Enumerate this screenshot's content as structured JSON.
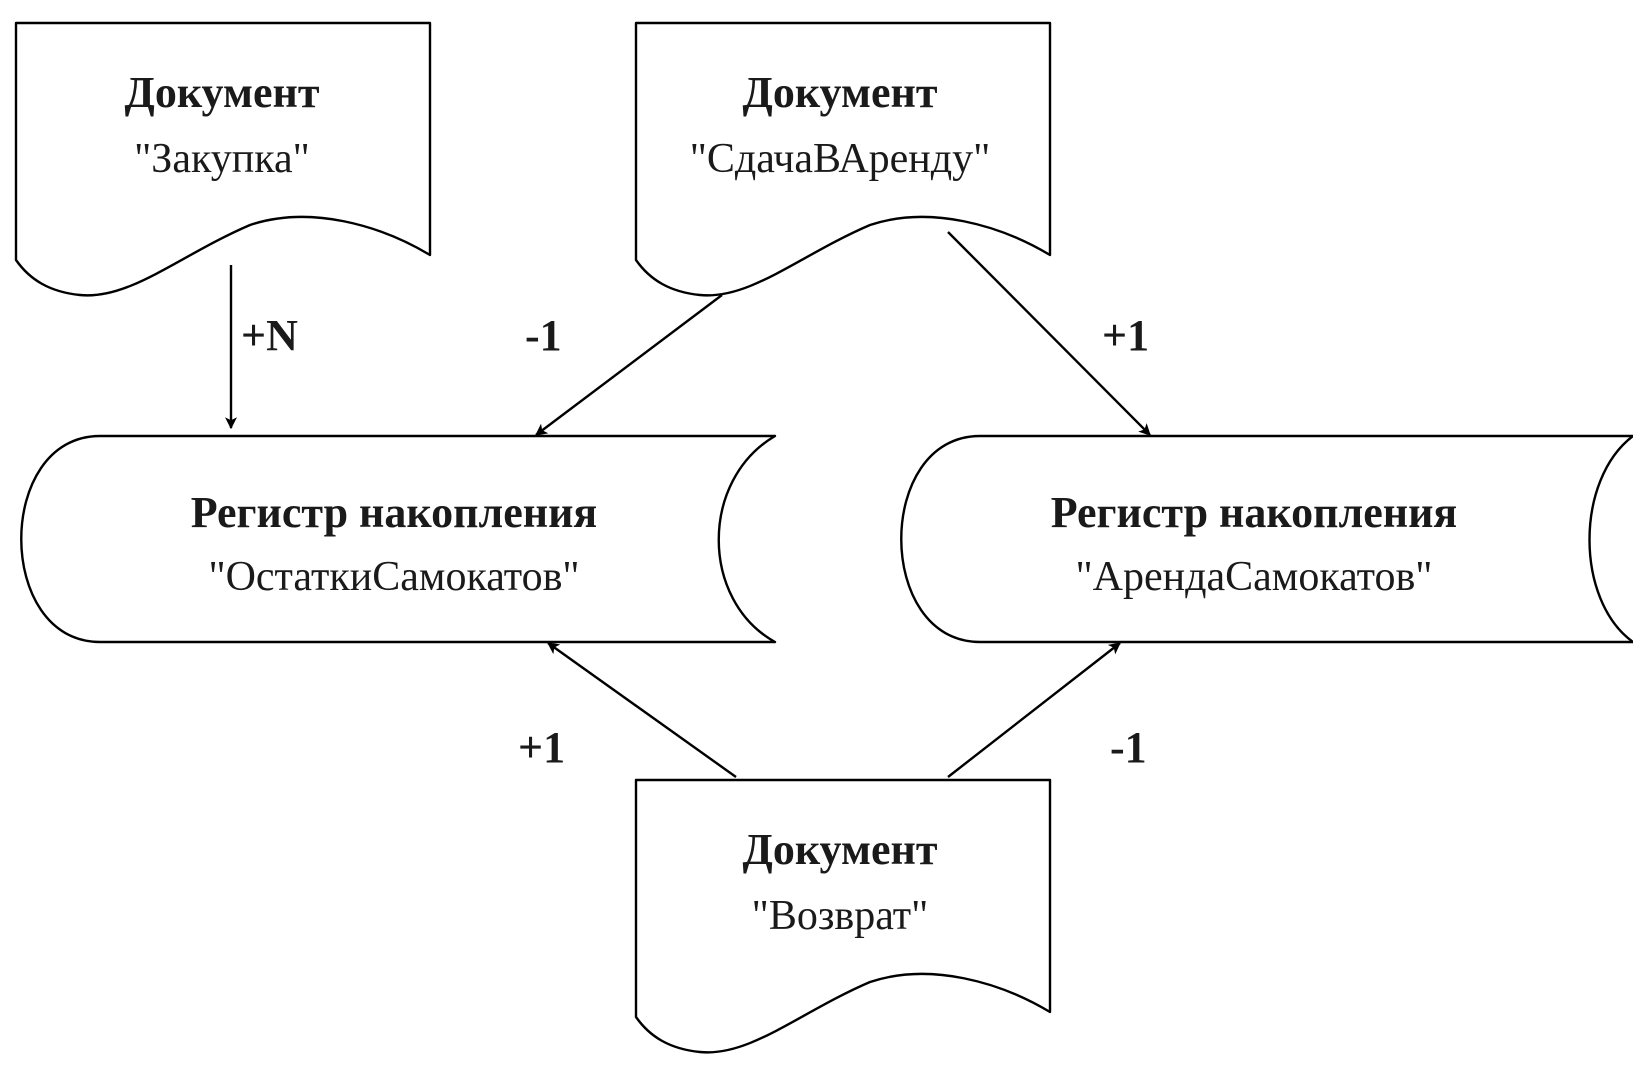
{
  "documents": {
    "purchase": {
      "title": "Документ",
      "name": "\"Закупка\""
    },
    "rental": {
      "title": "Документ",
      "name": "\"СдачаВАренду\""
    },
    "return": {
      "title": "Документ",
      "name": "\"Возврат\""
    }
  },
  "registers": {
    "stock": {
      "title": "Регистр накопления",
      "name": "\"ОстаткиСамокатов\""
    },
    "rent": {
      "title": "Регистр накопления",
      "name": "\"АрендаСамокатов\""
    }
  },
  "edges": {
    "purchase_to_stock": "+N",
    "rental_to_stock": "-1",
    "rental_to_rent": "+1",
    "return_to_stock": "+1",
    "return_to_rent": "-1"
  },
  "colors": {
    "stroke": "#000000",
    "fill": "#ffffff",
    "text": "#1a1a1a"
  }
}
